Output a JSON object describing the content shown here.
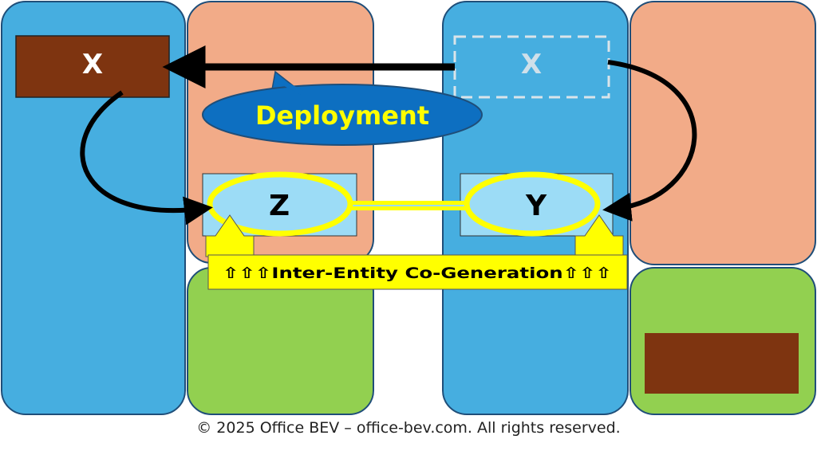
{
  "labels": {
    "x_source": "X",
    "x_target": "X",
    "deployment": "Deployment",
    "z": "Z",
    "y": "Y",
    "banner": "⇧⇧⇧Inter-Entity Co-Generation⇧⇧⇧"
  },
  "footer": "© 2025 Office BEV – office-bev.com. All rights reserved.",
  "colors": {
    "blue": "#46aee0",
    "salmon": "#f2ab88",
    "green": "#92d050",
    "brown": "#7e3410",
    "light_blue": "#9cdcf6",
    "yellow": "#ffff00",
    "deployment_bubble": "#0d6fc1",
    "deployment_text": "#ffff00",
    "outline": "#1f4e79"
  }
}
